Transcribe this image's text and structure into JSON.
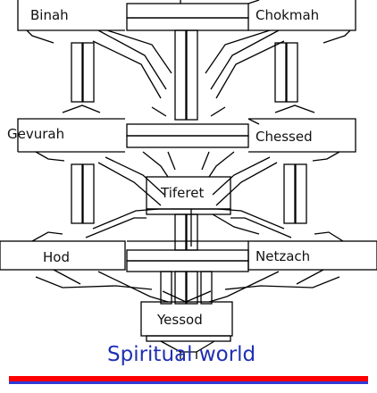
{
  "diagram": {
    "nodes": {
      "binah": "Binah",
      "chokmah": "Chokmah",
      "gevurah": "Gevurah",
      "chessed": "Chessed",
      "tiferet": "Tiferet",
      "hod": "Hod",
      "netzach": "Netzach",
      "yessod": "Yessod"
    },
    "caption": "Spiritual world"
  },
  "colors": {
    "line": "#000000",
    "caption_text": "#1f2fb3",
    "underline_red": "#ff0000",
    "underline_blue": "#2f3bd8"
  }
}
